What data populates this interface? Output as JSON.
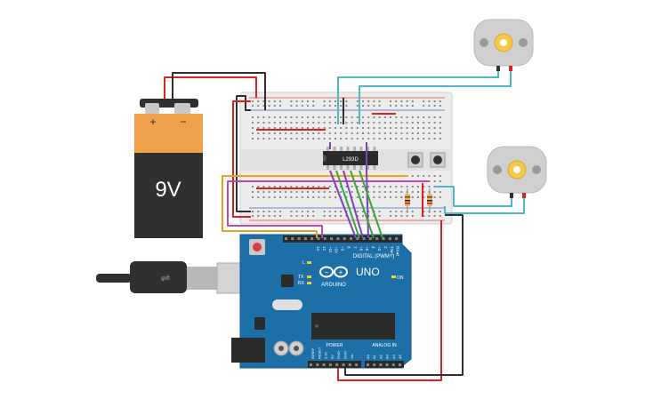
{
  "battery": {
    "label": "9V",
    "plus": "+",
    "minus": "−"
  },
  "driver_ic": {
    "label": "L293D"
  },
  "arduino": {
    "brand": "ARDUINO",
    "model": "UNO",
    "digital_label": "DIGITAL (PWM~)",
    "power_label": "POWER",
    "analog_label": "ANALOG IN",
    "on_label": "ON",
    "tx_label": "TX",
    "rx_label": "RX",
    "l_label": "L",
    "aref_label": "AREF",
    "gnd_label": "GND",
    "pin_labels": [
      "13",
      "12",
      "~11",
      "~10",
      "~9",
      "8",
      "7",
      "~6",
      "~5",
      "4",
      "~3",
      "2",
      "TX▸1",
      "RX◂0"
    ],
    "power_pins": [
      "IOREF",
      "RESET",
      "3.3V",
      "5V",
      "GND",
      "GND",
      "Vin"
    ],
    "analog_pins": [
      "A0",
      "A1",
      "A2",
      "A3",
      "A4",
      "A5"
    ]
  },
  "colors": {
    "red_wire": "#e02020",
    "black_wire": "#303030",
    "teal_wire": "#4fb8c8",
    "purple_wire": "#7e44b8",
    "green_wire": "#3aa63a",
    "orange_wire": "#f0a020",
    "magenta_wire": "#c04ab0",
    "board_blue": "#1d6fa8",
    "battery_orange": "#f0a24a"
  }
}
